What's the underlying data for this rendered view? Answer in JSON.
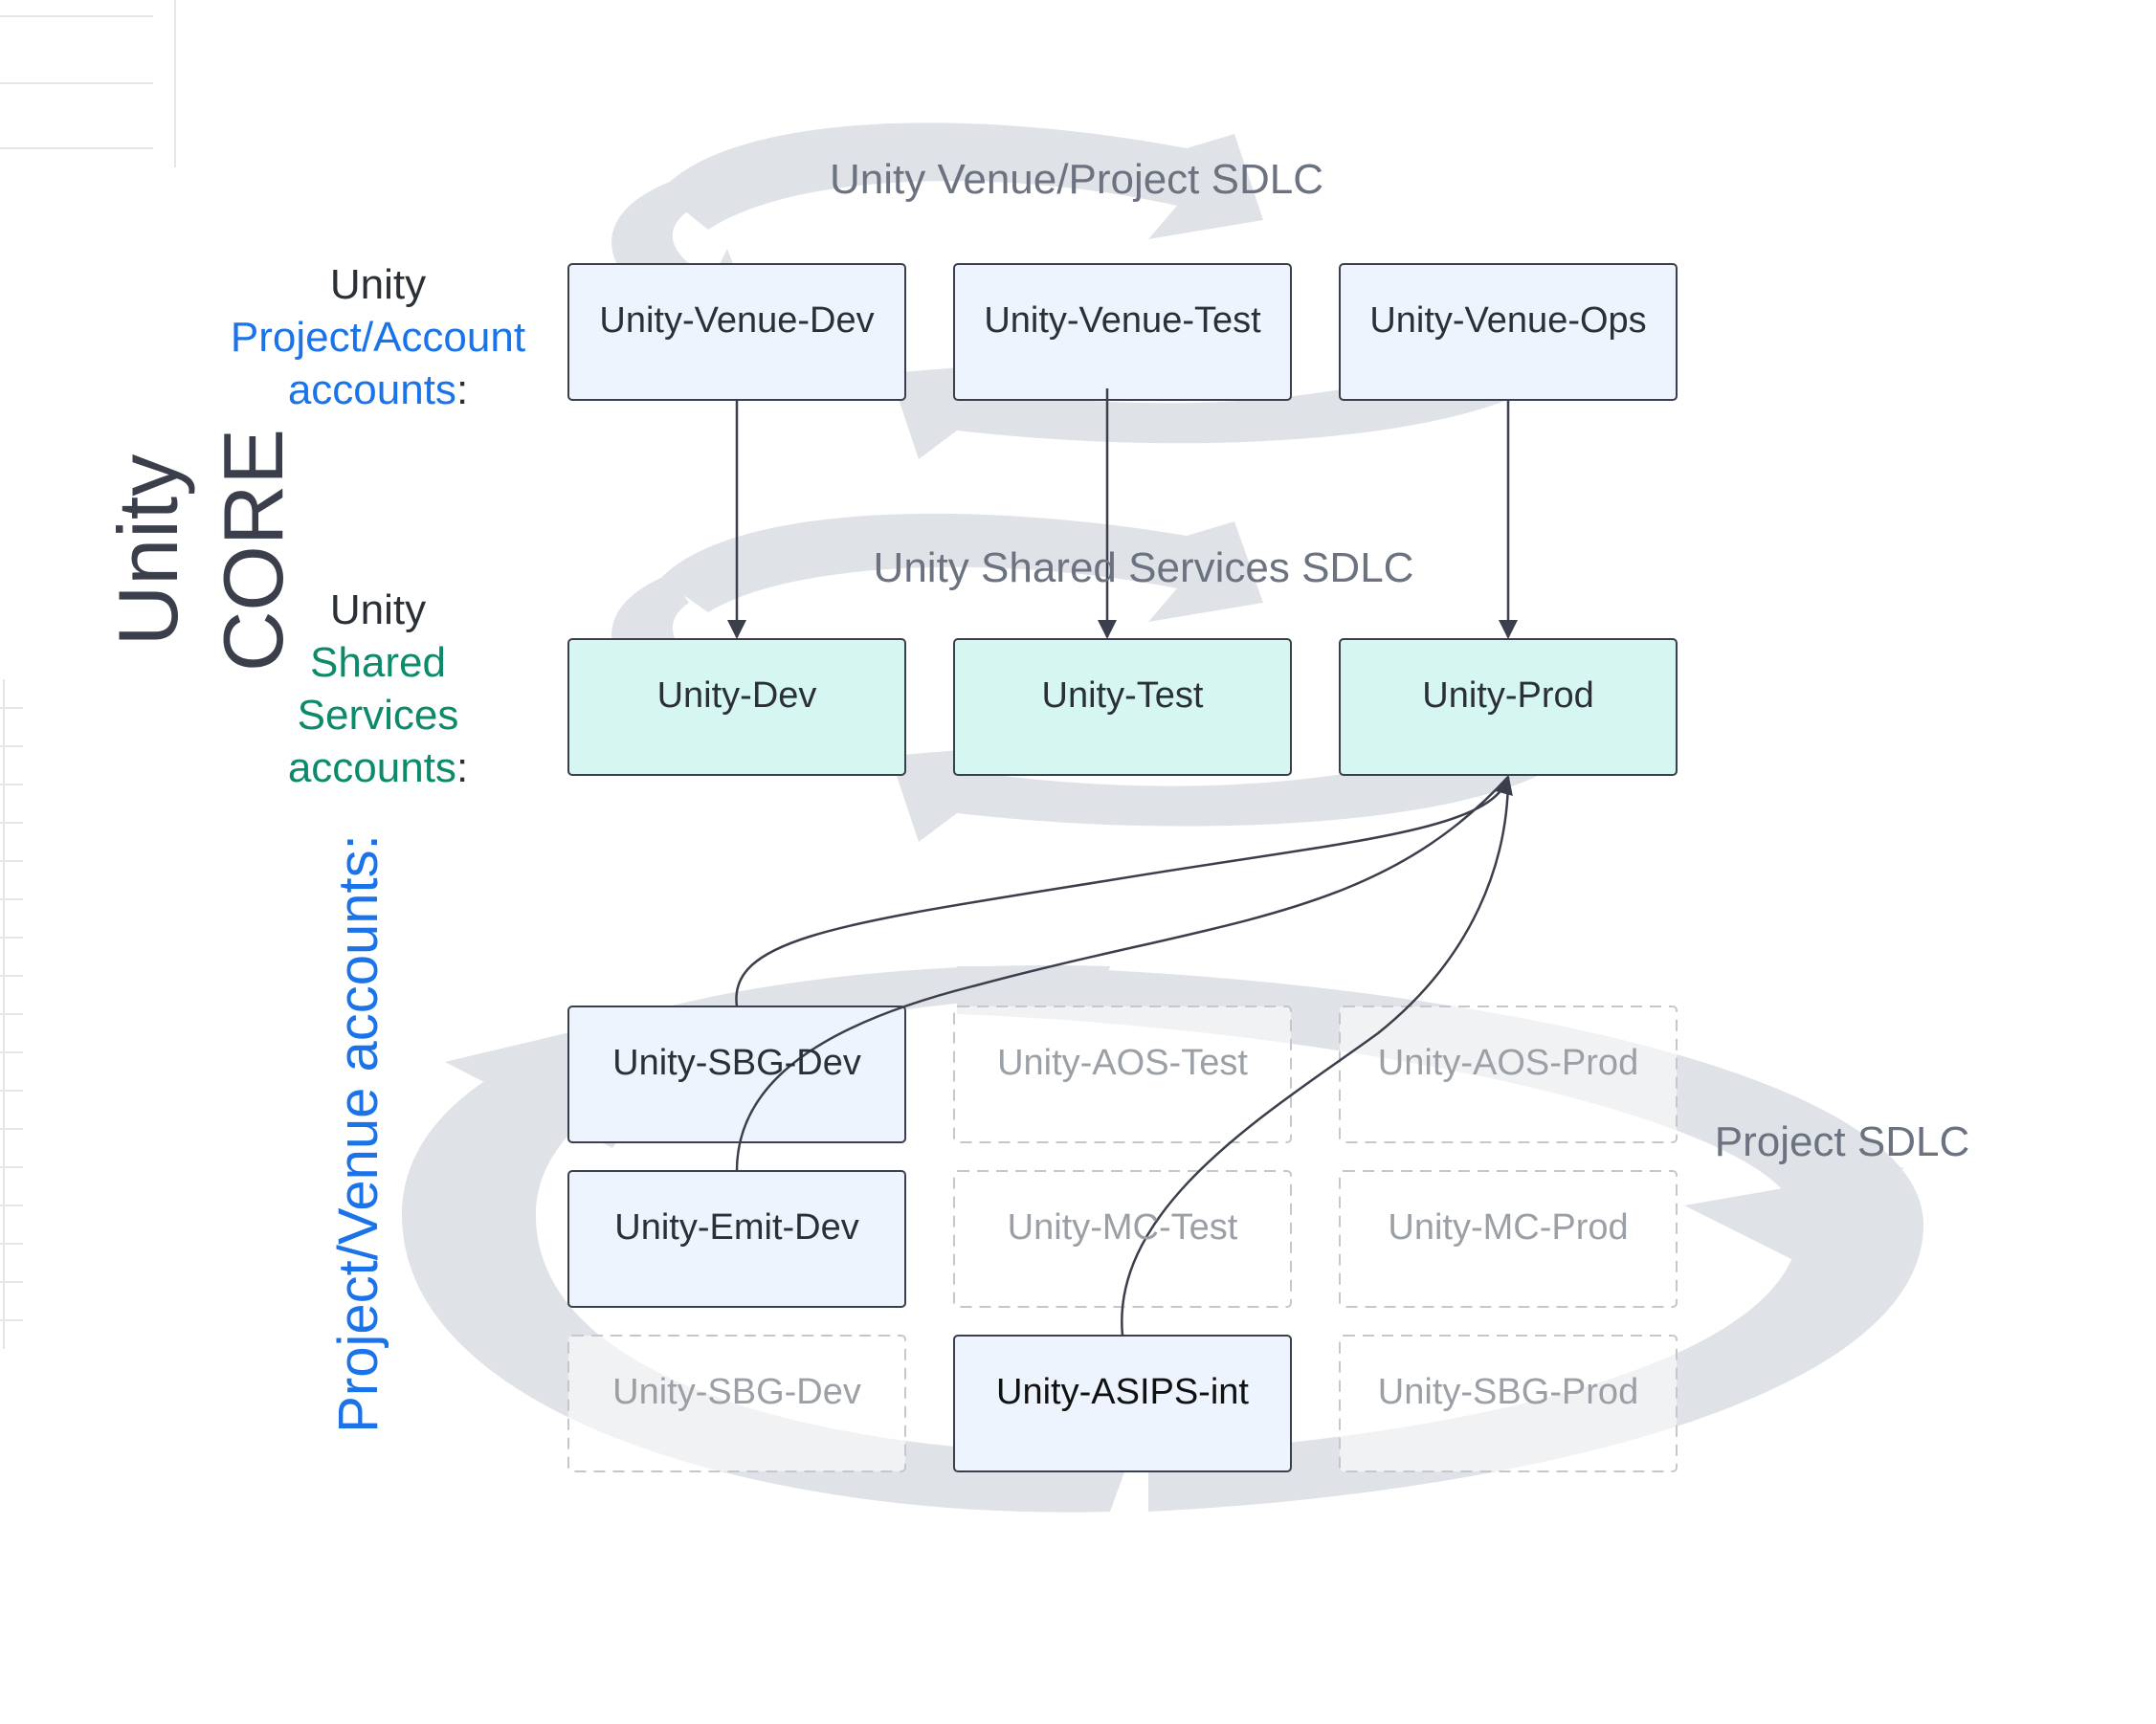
{
  "title": "Unity CORE",
  "rows": {
    "venue": {
      "label_prefix": "Unity",
      "label_main": "Project/Account",
      "label_main2": "accounts",
      "label_suffix": ":"
    },
    "shared": {
      "label_prefix": "Unity",
      "label_main": "Shared",
      "label_main2": "Services",
      "label_main3": "accounts",
      "label_suffix": ":"
    },
    "project": {
      "label": "Project/Venue accounts:"
    }
  },
  "cycles": {
    "venue_sdlc": "Unity Venue/Project SDLC",
    "shared_sdlc": "Unity Shared Services SDLC",
    "project_sdlc": "Project SDLC"
  },
  "boxes": {
    "venue_dev": "Unity-Venue-Dev",
    "venue_test": "Unity-Venue-Test",
    "venue_ops": "Unity-Venue-Ops",
    "unity_dev": "Unity-Dev",
    "unity_test": "Unity-Test",
    "unity_prod": "Unity-Prod",
    "sbg_dev": "Unity-SBG-Dev",
    "aos_test": "Unity-AOS-Test",
    "aos_prod": "Unity-AOS-Prod",
    "emit_dev": "Unity-Emit-Dev",
    "mc_test": "Unity-MC-Test",
    "mc_prod": "Unity-MC-Prod",
    "sbg_dev_placeholder": "Unity-SBG-Dev",
    "asips_int": "Unity-ASIPS-int",
    "sbg_prod": "Unity-SBG-Prod"
  },
  "colors": {
    "venue_fill": "#edf4fe",
    "shared_fill": "#d6f7f1",
    "active_fill": "#edf4fe",
    "placeholder_text": "#9aa0a6",
    "cycle_gray": "#dfe2e6",
    "blue_text": "#1a73e8",
    "teal_text": "#0d8a6a",
    "dark_text": "#3a3f4b"
  }
}
